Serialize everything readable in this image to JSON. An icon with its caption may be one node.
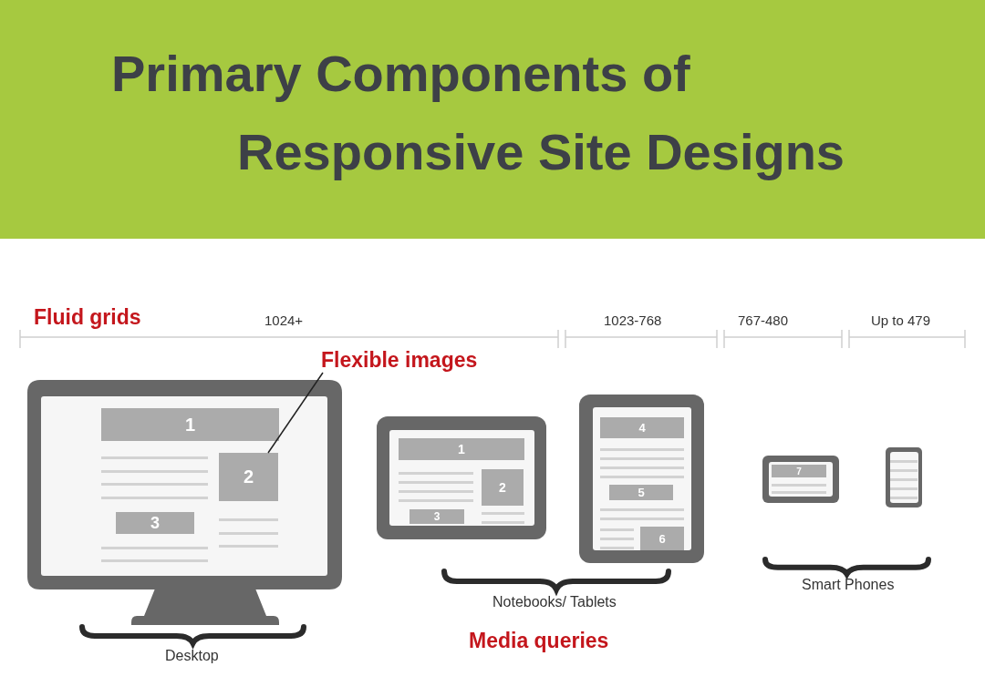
{
  "diagram": {
    "title": "Primary Components of Responsive Site Designs",
    "nodes": [
      {
        "text": [
          "Flexible images"
        ]
      },
      {
        "text": [],
        "shape": "box"
      },
      {
        "text": [
          "1"
        ],
        "in": 1
      },
      {
        "text": [
          "2"
        ],
        "in": 1
      },
      {
        "text": [
          "3"
        ],
        "in": 1
      },
      {
        "text": [],
        "shape": "box"
      },
      {
        "text": [
          "1"
        ],
        "in": 5
      },
      {
        "text": [
          "2"
        ],
        "in": 5
      },
      {
        "text": [
          "3"
        ],
        "in": 5
      },
      {
        "text": [],
        "shape": "box"
      },
      {
        "text": [
          "4"
        ],
        "in": 9
      },
      {
        "text": [
          "5"
        ],
        "in": 9
      },
      {
        "text": [
          "6"
        ],
        "in": 9
      },
      {
        "text": [],
        "shape": "box"
      },
      {
        "text": [
          "7"
        ],
        "in": 13
      },
      {
        "text": [],
        "shape": "box"
      }
    ],
    "edges": [
      {
        "from": 0,
        "to": 3,
        "arrow": "none"
      }
    ],
    "labels": [
      "Fluid grids",
      "1024+",
      "1023-768",
      "767-480",
      "Up to 479",
      "Desktop",
      "Notebooks/ Tablets",
      "Smart Phones",
      "Media queries"
    ]
  }
}
